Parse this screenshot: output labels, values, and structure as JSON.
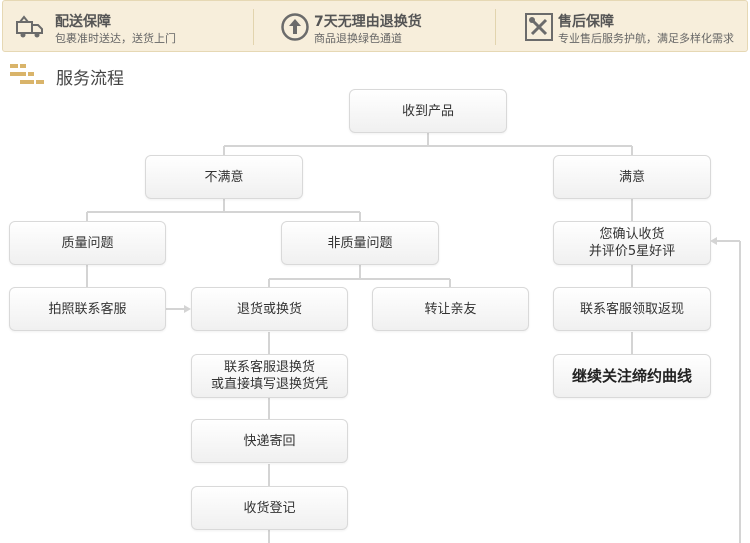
{
  "guarantees": [
    {
      "icon": "truck-icon",
      "title": "配送保障",
      "subtitle": "包裹准时送达，送货上门"
    },
    {
      "icon": "return-arrow-icon",
      "title": "7天无理由退换货",
      "subtitle": "商品退换绿色通道"
    },
    {
      "icon": "tools-icon",
      "title": "售后保障",
      "subtitle": "专业售后服务护航，满足多样化需求"
    }
  ],
  "section": {
    "title": "服务流程"
  },
  "flow": {
    "receive": "收到产品",
    "unsatisfied": "不满意",
    "satisfied": "满意",
    "quality_issue": "质量问题",
    "non_quality_issue": "非质量问题",
    "photo_contact": "拍照联系客服",
    "return_exchange": "退货或换货",
    "transfer_friend": "转让亲友",
    "contact_return": "联系客服退换货\n或直接填写退换货凭",
    "express_back": "快递寄回",
    "receipt_register": "收货登记",
    "confirm_review": "您确认收货\n并评价5星好评",
    "contact_cashback": "联系客服领取返现",
    "follow": "继续关注缔约曲线"
  },
  "colors": {
    "banner_bg": "#f7eedb",
    "connector": "#d4d4d4"
  }
}
